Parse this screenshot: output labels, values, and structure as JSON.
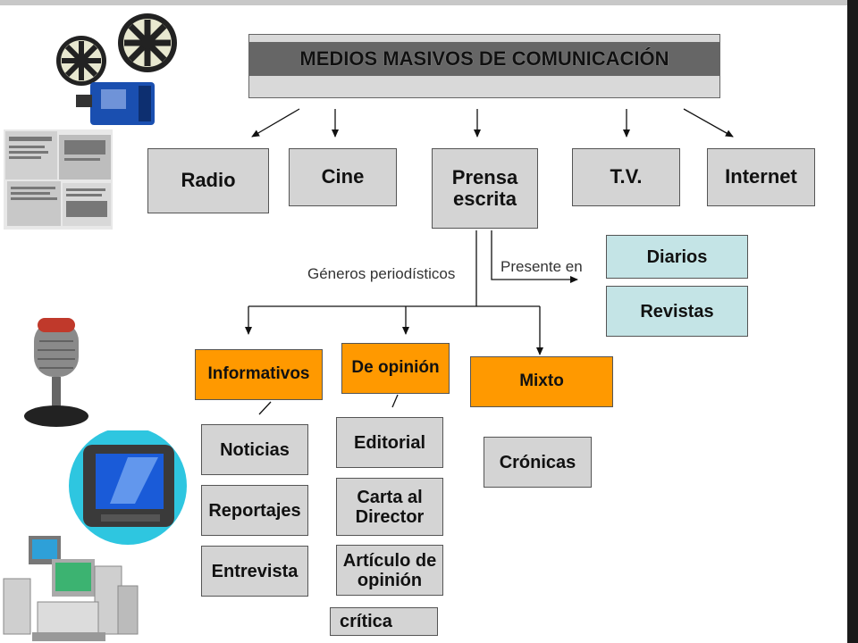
{
  "diagram": {
    "title": "MEDIOS MASIVOS DE COMUNICACIÓN",
    "media": [
      "Radio",
      "Cine",
      "Prensa escrita",
      "T.V.",
      "Internet"
    ],
    "label_genres": "Géneros periodísticos",
    "label_present": "Presente en",
    "present_in": [
      "Diarios",
      "Revistas"
    ],
    "genres": [
      "Informativos",
      "De opinión",
      "Mixto"
    ],
    "informativos": [
      "Noticias",
      "Reportajes",
      "Entrevista"
    ],
    "opinion": [
      "Editorial",
      "Carta al Director",
      "Artículo de opinión",
      "crítica"
    ],
    "mixto": [
      "Crónicas"
    ]
  },
  "colors": {
    "grey_box": "#d4d4d4",
    "teal_box": "#c4e4e6",
    "orange_box": "#ff9900",
    "title_band": "#666666"
  },
  "illustrations": [
    "film-projector-icon",
    "newspaper-icon",
    "microphone-icon",
    "television-icon",
    "computer-icon"
  ]
}
